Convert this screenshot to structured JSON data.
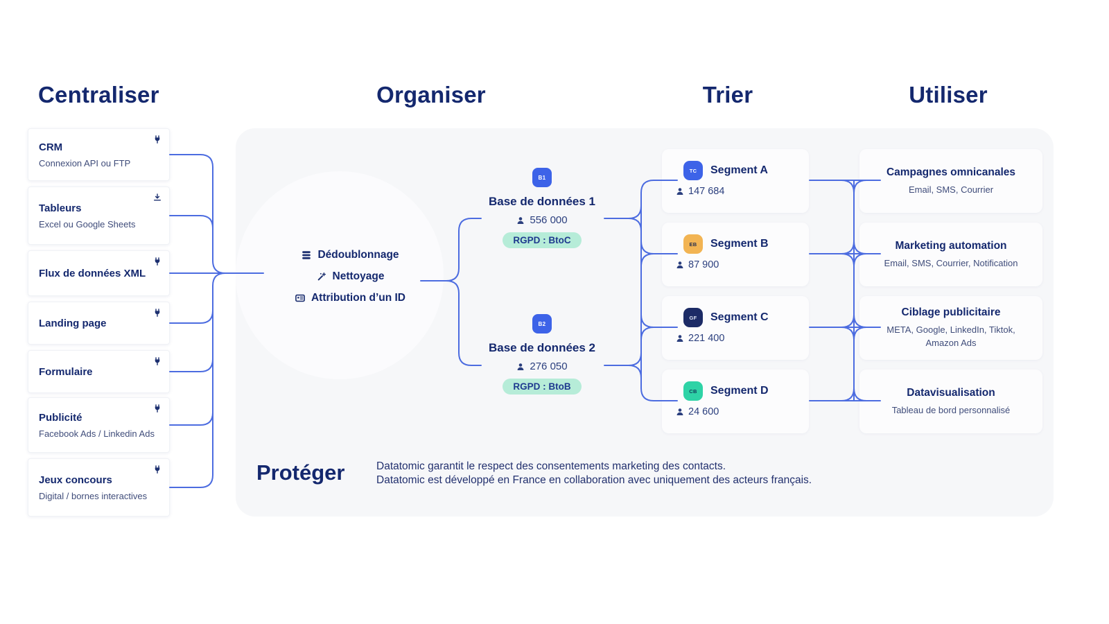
{
  "headers": {
    "centraliser": "Centraliser",
    "organiser": "Organiser",
    "trier": "Trier",
    "utiliser": "Utiliser"
  },
  "sources": {
    "items": [
      {
        "title": "CRM",
        "subtitle": "Connexion API ou FTP",
        "icon": "plug-icon"
      },
      {
        "title": "Tableurs",
        "subtitle": "Excel ou Google Sheets",
        "icon": "download-icon"
      },
      {
        "title": "Flux de données XML",
        "subtitle": "",
        "icon": "plug-icon"
      },
      {
        "title": "Landing page",
        "subtitle": "",
        "icon": "plug-icon"
      },
      {
        "title": "Formulaire",
        "subtitle": "",
        "icon": "plug-icon"
      },
      {
        "title": "Publicité",
        "subtitle": "Facebook Ads / Linkedin Ads",
        "icon": "plug-icon"
      },
      {
        "title": "Jeux concours",
        "subtitle": "Digital / bornes interactives",
        "icon": "plug-icon"
      }
    ]
  },
  "organiser_steps": [
    {
      "label": "Dédoublonnage",
      "icon": "layers-icon"
    },
    {
      "label": "Nettoyage",
      "icon": "clean-icon"
    },
    {
      "label": "Attribution d’un ID",
      "icon": "id-card-icon"
    }
  ],
  "databases": [
    {
      "badge": "B1",
      "title": "Base de données 1",
      "count": "556 000",
      "tag": "RGPD : BtoC"
    },
    {
      "badge": "B2",
      "title": "Base de données 2",
      "count": "276 050",
      "tag": "RGPD : BtoB"
    }
  ],
  "segments": [
    {
      "badge": "TC",
      "title": "Segment A",
      "count": "147 684"
    },
    {
      "badge": "EB",
      "title": "Segment B",
      "count": "87 900"
    },
    {
      "badge": "GF",
      "title": "Segment C",
      "count": "221 400"
    },
    {
      "badge": "CB",
      "title": "Segment D",
      "count": "24 600"
    }
  ],
  "uses": [
    {
      "title": "Campagnes omnicanales",
      "subtitle": "Email, SMS, Courrier"
    },
    {
      "title": "Marketing automation",
      "subtitle": "Email, SMS, Courrier, Notification"
    },
    {
      "title": "Ciblage publicitaire",
      "subtitle": "META, Google, LinkedIn, Tiktok, Amazon Ads"
    },
    {
      "title": "Datavisualisation",
      "subtitle": "Tableau de bord personnalisé"
    }
  ],
  "proteger": {
    "title": "Protéger",
    "line1": "Datatomic garantit le respect des consentements marketing des contacts.",
    "line2": "Datatomic est développé en France en collaboration avec uniquement des acteurs français."
  },
  "colors": {
    "navy": "#14286e",
    "text_secondary": "#3f4c7a",
    "line_blue": "#4c6ce0",
    "badge_blue": "#3d63e8",
    "badge_yellow": "#f2b453",
    "badge_navy": "#1c2b66",
    "badge_teal": "#2ed3a6",
    "pill_green_bg": "#b6ecd8",
    "pill_text": "#1f3a8f",
    "panel_bg": "#f6f7f9"
  }
}
